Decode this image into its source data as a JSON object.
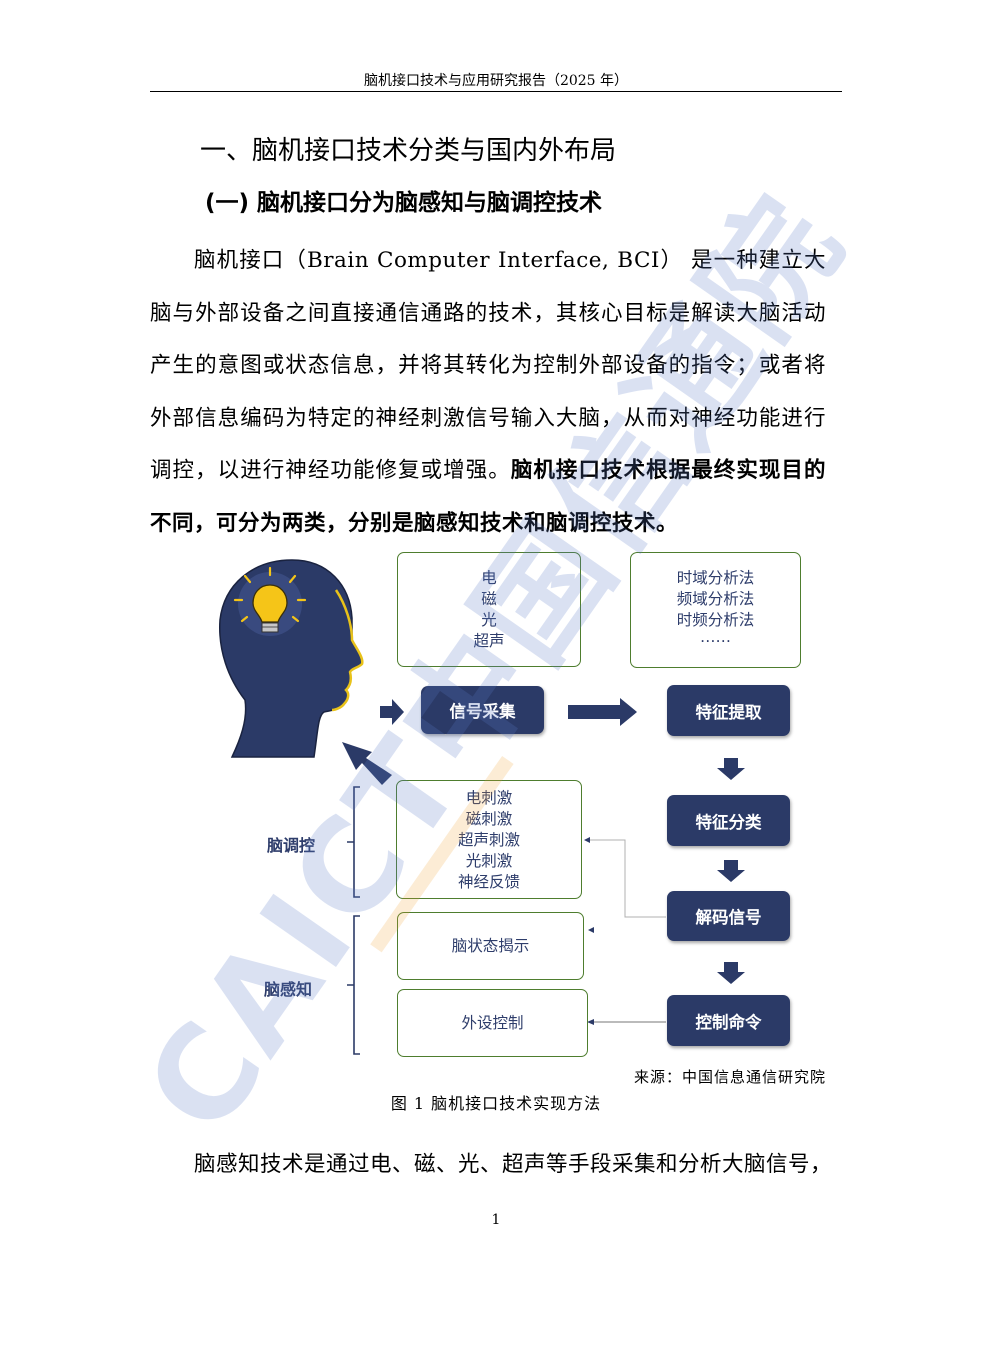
{
  "header": {
    "title": "脑机接口技术与应用研究报告（2025 年）"
  },
  "section": {
    "heading": "一、脑机接口技术分类与国内外布局",
    "subheading": "(一) 脑机接口分为脑感知与脑调控技术"
  },
  "paragraph1": {
    "text_normal": "脑机接口（Brain Computer Interface, BCI） 是一种建立大脑与外部设备之间直接通信通路的技术，其核心目标是解读大脑活动产生的意图或状态信息，并将其转化为控制外部设备的指令；或者将外部信息编码为特定的神经刺激信号输入大脑，从而对神经功能进行调控，以进行神经功能修复或增强。",
    "text_bold": "脑机接口技术根据最终实现目的不同，可分为两类，分别是脑感知技术和脑调控技术。"
  },
  "figure": {
    "acquisition_methods": [
      "电",
      "磁",
      "光",
      "超声"
    ],
    "analysis_methods": [
      "时域分析法",
      "频域分析法",
      "时频分析法",
      "……"
    ],
    "steps": {
      "signal_acquisition": "信号采集",
      "feature_extraction": "特征提取",
      "feature_classification": "特征分类",
      "decode_signal": "解码信号",
      "control_command": "控制命令"
    },
    "stimulation_methods": [
      "电刺激",
      "磁刺激",
      "超声刺激",
      "光刺激",
      "神经反馈"
    ],
    "brain_state": "脑状态揭示",
    "peripheral_control": "外设控制",
    "label_modulation": "脑调控",
    "label_perception": "脑感知",
    "source": "来源：中国信息通信研究院",
    "caption": "图 1 脑机接口技术实现方法",
    "watermark": "CAICT中国信通院",
    "colors": {
      "navy": "#2b3a67",
      "green_border": "#4e7d2e",
      "bulb": "#f5c518"
    }
  },
  "paragraph2": {
    "lead": "脑感知技术",
    "rest": "是通过电、磁、光、超声等手段采集和分析大脑信号，"
  },
  "page_number": "1"
}
